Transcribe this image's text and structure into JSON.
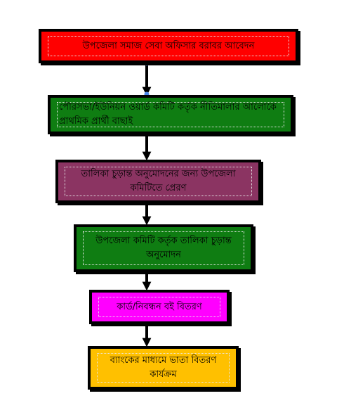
{
  "flowchart": {
    "steps": [
      {
        "label": "উপজেলা সমাজ সেবা অফিসার বরাবর আবেদন",
        "color": "#ff0000"
      },
      {
        "label": "পৌরসভা/ইউনিয়ন ওয়ার্ড কমিটি কর্তৃক নীতিমালার আলোকে প্রাথমিক প্রার্থী বাছাই",
        "color": "#0f7d12"
      },
      {
        "label": "তালিকা চুড়ান্ত অনুমোদনের জন্য উপজেলা কমিটিতে প্রেরণ",
        "color": "#8b3462"
      },
      {
        "label": "উপজেলা কমিটি কর্তৃক তালিকা চুড়ান্ত অনুমোদন",
        "color": "#0f7d12"
      },
      {
        "label": "কার্ড/নিবন্ধন বই বিতরণ",
        "color": "#ff00ff"
      },
      {
        "label": "ব্যাংকের মাধ্যমে ভাতা বিতরণ কার্যক্রম",
        "color": "#ffc000"
      }
    ],
    "connector_color": "#000000",
    "handle_color": "#4a86e8"
  }
}
